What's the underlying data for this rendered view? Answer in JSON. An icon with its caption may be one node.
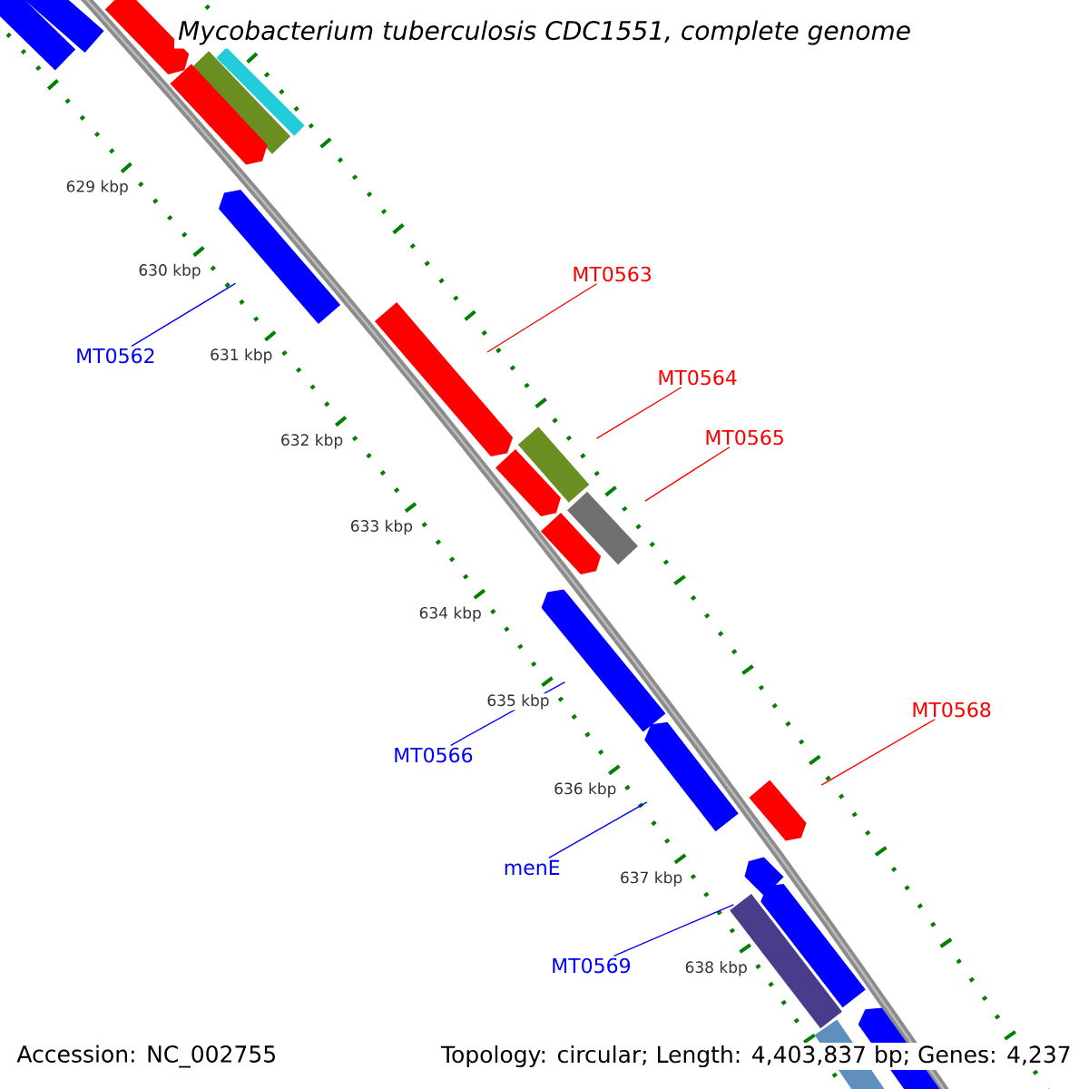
{
  "diagram": {
    "title": "Mycobacterium tuberculosis CDC1551, complete genome",
    "nodes": [
      {
        "text": [
          "MT0562"
        ]
      },
      {
        "text": [
          "MT0563"
        ]
      },
      {
        "text": [
          "MT0564"
        ]
      },
      {
        "text": [
          "MT0565"
        ]
      },
      {
        "text": [
          "MT0566"
        ]
      },
      {
        "text": [
          "menE"
        ]
      },
      {
        "text": [
          "MT0568"
        ]
      },
      {
        "text": [
          "MT0569"
        ]
      },
      {
        "text": [],
        "shape": "bar"
      },
      {
        "text": [],
        "shape": "bar"
      },
      {
        "text": [],
        "shape": "arrow"
      },
      {
        "text": [],
        "shape": "bar"
      },
      {
        "text": [],
        "shape": "bar"
      },
      {
        "text": [],
        "shape": "arrow"
      },
      {
        "text": [],
        "shape": "arrow"
      },
      {
        "text": [],
        "shape": "arrow"
      },
      {
        "text": [],
        "shape": "bar"
      },
      {
        "text": [],
        "shape": "arrow"
      },
      {
        "text": [],
        "shape": "bar"
      },
      {
        "text": [],
        "shape": "arrow"
      },
      {
        "text": [],
        "shape": "arrow"
      },
      {
        "text": [],
        "shape": "arrow"
      },
      {
        "text": [],
        "shape": "arrow"
      },
      {
        "text": [],
        "shape": "arrow"
      },
      {
        "text": [],
        "shape": "arrow"
      },
      {
        "text": [],
        "shape": "bar"
      },
      {
        "text": [],
        "shape": "arrow"
      },
      {
        "text": [],
        "shape": "bar"
      }
    ],
    "edges": [
      {
        "from": 0,
        "to": 14,
        "arrow": "none",
        "color": "#0000ff"
      },
      {
        "from": 1,
        "to": 15,
        "arrow": "none",
        "color": "#ff0000"
      },
      {
        "from": 2,
        "to": 16,
        "arrow": "none",
        "color": "#ff0000"
      },
      {
        "from": 3,
        "to": 18,
        "arrow": "none",
        "color": "#ff0000"
      },
      {
        "from": 4,
        "to": 20,
        "arrow": "none",
        "color": "#0000ff"
      },
      {
        "from": 5,
        "to": 21,
        "arrow": "none",
        "color": "#0000ff"
      },
      {
        "from": 6,
        "to": 22,
        "arrow": "none",
        "color": "#ff0000"
      },
      {
        "from": 7,
        "to": 25,
        "arrow": "none",
        "color": "#0000ff"
      }
    ],
    "labels": [
      "629 kbp",
      "630 kbp",
      "631 kbp",
      "632 kbp",
      "633 kbp",
      "634 kbp",
      "635 kbp",
      "636 kbp",
      "637 kbp",
      "638 kbp",
      "Accession: NC_002755",
      "Topology: circular; Length: 4,403,837 bp; Genes: 4,237"
    ]
  }
}
